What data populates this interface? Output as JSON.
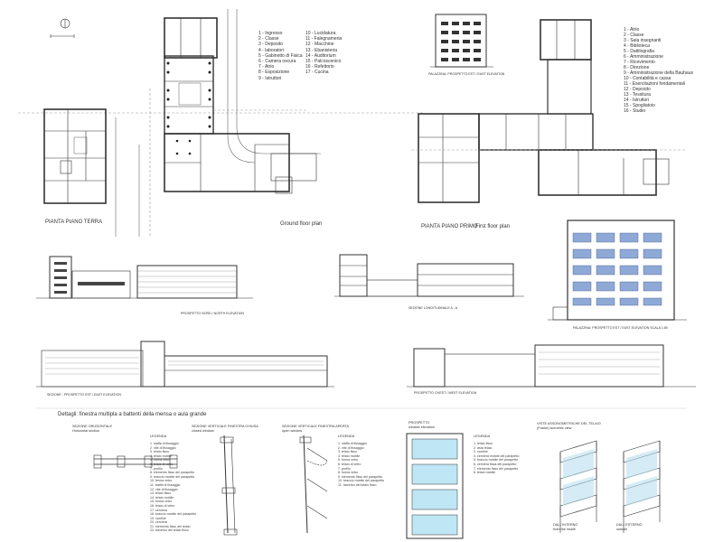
{
  "ground": {
    "title_it": "PIANTA PIANO TERRA",
    "title_en": "Ground floor plan",
    "legend_col1": [
      "1 - Ingresso",
      "2 - Classe",
      "3 - Deposito",
      "4 - laboratori",
      "5 - Gabinetto di Fisica",
      "6 - Camera oscura",
      "7 - Atrio",
      "8 - Esposizione",
      "9 - Istruttori"
    ],
    "legend_col2": [
      "10 - Lucidatura",
      "11 - Falegnameria",
      "12 - Macchine",
      "13 - Ebanisteria",
      "14 - Auditorium",
      "15 - Palcoscenico",
      "16 - Refettorio",
      "17 - Cucina"
    ]
  },
  "first": {
    "title_it": "PIANTA PIANO PRIMO",
    "title_en": "First floor plan",
    "legend": [
      "1 - Atrio",
      "2 - Classe",
      "3 - Sala insegnanti",
      "4 - Biblioteca",
      "5 - Dattilografia",
      "6 - Amministrazione",
      "7 - Ricevimento",
      "8 - Direzione",
      "9 - Amministrazione della Bauhaus",
      "10 - Contabilità e cassa",
      "11 - Esercitazioni fondamentali",
      "12 - Deposito",
      "13 - Tessitura",
      "14 - Istruttori",
      "15 - Spogliatoio",
      "16 - Studio"
    ]
  },
  "elevations": {
    "palazzina_small": "PALAZZINA: PROSPETTO EST  /  EAST ELEVATION",
    "north": "PROSPETTO NORD  /  NORTH ELEVATION",
    "section_long": "SEZIONE LONGITUDINALE A - A",
    "palazzina_big": "PALAZZINA: PROSPETTO EST  /  EAST ELEVATION  SCALA 1:80",
    "east_section": "SEZIONE - PROSPETTO EST  /  EAST ELEVATION",
    "west": "PROSPETTO OVEST  /  WEST ELEVATION"
  },
  "details": {
    "heading": "Dettagli: finestra multipla a battenti della mensa o aula grande",
    "horizontal_title": "SEZIONE ORIZZONTALE",
    "horizontal_sub": "Horizontal section",
    "closed_title": "SEZIONE VERTICALE FINESTRA CHIUSA",
    "closed_sub": "closed window",
    "open_title": "SEZIONE VERTICALE FINESTRA APERTA",
    "open_sub": "open window",
    "prospetto_title": "PROSPETTO",
    "prospetto_sub": "window elevation",
    "axo_title": "VISTE ASSONOMETRICHE DEL TELAIO",
    "axo_sub": "(Frame) isometric view",
    "from_inside": "DALL'INTERNO",
    "from_inside_sub": "from the inside",
    "from_outside": "DALL'ESTERNO",
    "from_outside_sub": "outside",
    "legenda": "LEGENDA",
    "legend_a": [
      "1. staffa di fissaggio",
      "2. vite di fissaggio",
      "3. telaio fisso",
      "4. telaio mobile",
      "5. forma vetro",
      "6. telaio di vetro",
      "7. profilo",
      "8. elemento fisso del parapetto",
      "9. braccio mobile del parapetto",
      "10. ferma vetro",
      "11. staffa di fissaggio",
      "12. vite di fissaggio",
      "13. telaio fisso",
      "14. telaio mobile",
      "15. forma vetro",
      "16. telaio di vetro",
      "17. cerniera",
      "18. braccio mobile del parapetto",
      "19. cardine",
      "20. cerniera",
      "21. elemento fisso del telaio",
      "22. traverso del telaio fisso"
    ],
    "legend_b": [
      "1. staffa di fissaggio",
      "2. vite di fissaggio",
      "3. telaio fisso",
      "4. telaio mobile",
      "5. forma vetro",
      "6. telaio di vetro",
      "7. profilo",
      "8. forma vetro",
      "9. elemento fisso del parapetto",
      "10. braccio mobile del parapetto",
      "11. traverso del telaio fisso"
    ],
    "legend_c": [
      "1. telaio fisso",
      "2. asta telaio",
      "3. cardine",
      "4. cerniera mobile del parapetto",
      "5. braccio mobile del parapetto",
      "6. cerniera fissa del parapetto",
      "7. elemento fisso del parapetto",
      "8. telaio mobile"
    ]
  }
}
